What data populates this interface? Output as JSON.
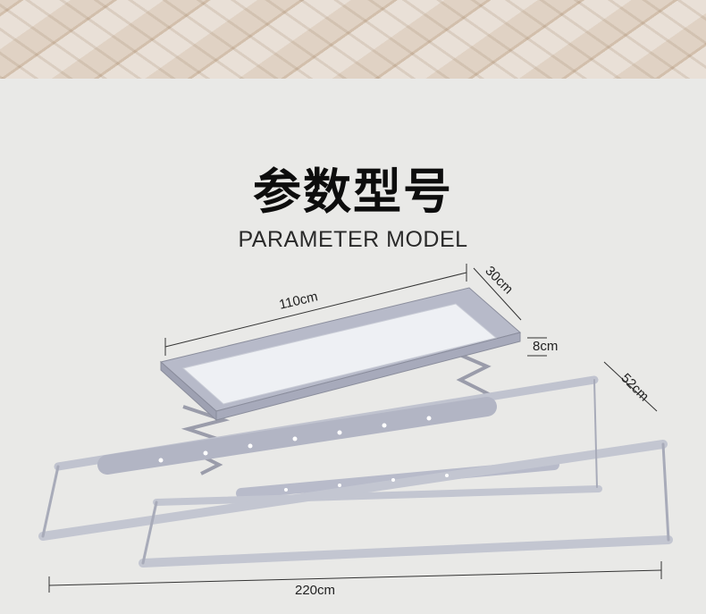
{
  "title": "参数型号",
  "subtitle": "PARAMETER MODEL",
  "dimensions": {
    "length": "110cm",
    "width": "30cm",
    "height": "8cm",
    "rod_spacing": "52cm",
    "total_length": "220cm"
  },
  "colors": {
    "background": "#e9e9e7",
    "rack": "#b9bccb",
    "panel": "#eef0f4"
  }
}
